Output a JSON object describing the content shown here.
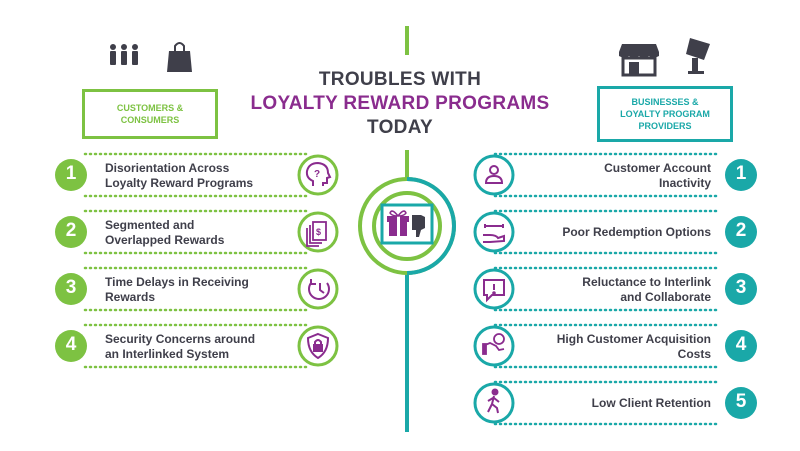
{
  "title": {
    "line1": "TROUBLES WITH",
    "line2": "LOYALTY REWARD PROGRAMS",
    "line3": "TODAY"
  },
  "left": {
    "heading_line1": "CUSTOMERS &",
    "heading_line2": "CONSUMERS",
    "top_icons": [
      "people-icon",
      "shopping-bag-icon"
    ],
    "items": [
      {
        "number": "1",
        "line1": "Disorientation Across",
        "line2": "Loyalty Reward Programs",
        "icon": "question-head-icon"
      },
      {
        "number": "2",
        "line1": "Segmented and",
        "line2": "Overlapped Rewards",
        "icon": "stacked-cards-icon"
      },
      {
        "number": "3",
        "line1": "Time Delays in Receiving",
        "line2": "Rewards",
        "icon": "clock-arrow-icon"
      },
      {
        "number": "4",
        "line1": "Security Concerns around",
        "line2": "an Interlinked System",
        "icon": "shield-lock-icon"
      }
    ]
  },
  "right": {
    "heading_line1": "BUSINESSES &",
    "heading_line2": "LOYALTY PROGRAM",
    "heading_line3": "PROVIDERS",
    "top_icons": [
      "storefront-icon",
      "kiosk-icon"
    ],
    "items": [
      {
        "number": "1",
        "line1": "Customer Account",
        "line2": "Inactivity",
        "icon": "user-icon"
      },
      {
        "number": "2",
        "line1": "Poor Redemption Options",
        "line2": "",
        "icon": "hand-bone-icon"
      },
      {
        "number": "3",
        "line1": "Reluctance to Interlink",
        "line2": "and Collaborate",
        "icon": "alert-chat-icon"
      },
      {
        "number": "4",
        "line1": "High Customer Acquisition",
        "line2": "Costs",
        "icon": "hand-money-icon"
      },
      {
        "number": "5",
        "line1": "Low Client Retention",
        "line2": "",
        "icon": "walking-person-icon"
      }
    ]
  },
  "center": {
    "icon": "gift-thumbs-down-icon"
  },
  "colors": {
    "green": "#7dc242",
    "teal": "#1aa8a8",
    "purple": "#8a2c8e",
    "dark": "#3f3f4a"
  }
}
